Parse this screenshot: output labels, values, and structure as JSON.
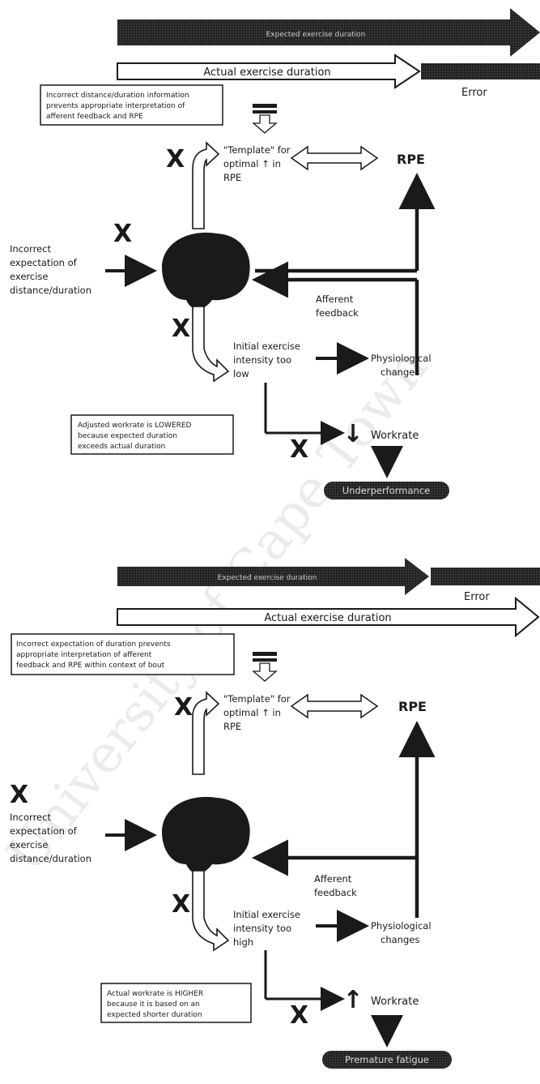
{
  "watermark": "University of Cape Town",
  "panels": [
    {
      "id": "top",
      "top_bar_label": "Expected exercise duration",
      "actual_label": "Actual exercise duration",
      "error_label": "Error",
      "note_lines": [
        "Incorrect distance/duration information",
        "prevents appropriate interpretation of",
        "afferent feedback and RPE"
      ],
      "x_mark": "X",
      "template_lines": [
        "\"Template\" for",
        "optimal ↑ in",
        "RPE"
      ],
      "rpe_label": "RPE",
      "input_lines": [
        "Incorrect",
        "expectation of",
        "exercise",
        "distance/duration"
      ],
      "afferent_lines": [
        "Afferent",
        "feedback"
      ],
      "initial_lines": [
        "Initial exercise",
        "intensity too",
        "low"
      ],
      "physio_lines": [
        "Physiological",
        "changes"
      ],
      "adjust_lines": [
        "Adjusted workrate is LOWERED",
        "because expected duration",
        "exceeds actual duration"
      ],
      "workrate_arrow": "↓",
      "workrate_label": "Workrate",
      "outcome_label": "Underperformance"
    },
    {
      "id": "bottom",
      "top_bar_label": "Expected exercise duration",
      "actual_label": "Actual exercise duration",
      "error_label": "Error",
      "note_lines": [
        "Incorrect expectation of duration prevents",
        "appropriate interpretation of afferent",
        "feedback and RPE within context of bout"
      ],
      "x_mark": "X",
      "template_lines": [
        "\"Template\" for",
        "optimal ↑ in",
        "RPE"
      ],
      "rpe_label": "RPE",
      "input_lines": [
        "Incorrect",
        "expectation of",
        "exercise",
        "distance/duration"
      ],
      "afferent_lines": [
        "Afferent",
        "feedback"
      ],
      "initial_lines": [
        "Initial exercise",
        "intensity too",
        "high"
      ],
      "physio_lines": [
        "Physiological",
        "changes"
      ],
      "adjust_lines": [
        "Actual workrate is HIGHER",
        "because it is based on an",
        "expected shorter duration"
      ],
      "workrate_arrow": "↑",
      "workrate_label": "Workrate",
      "outcome_label": "Premature fatigue"
    }
  ]
}
